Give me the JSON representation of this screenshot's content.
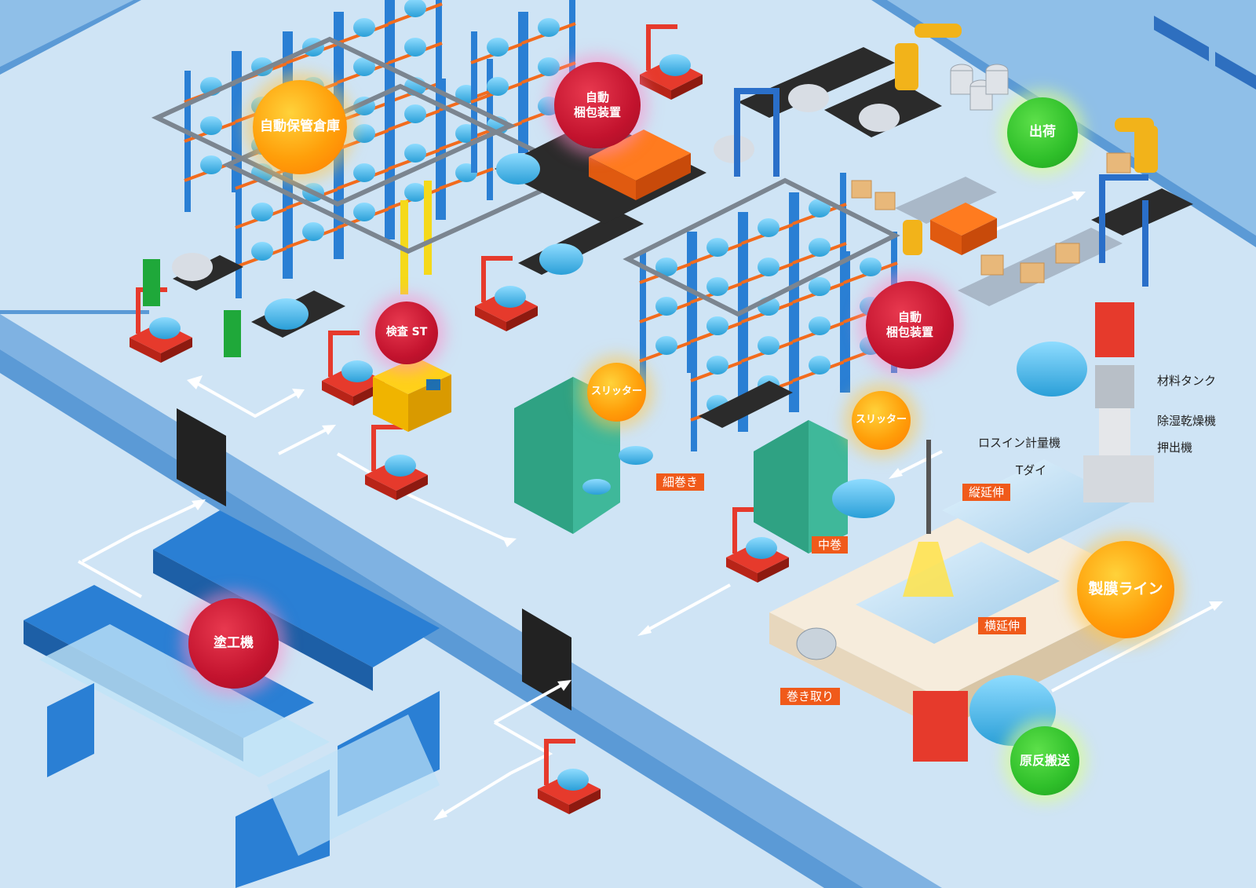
{
  "bubbles": {
    "warehouse": "自動保管倉庫",
    "packing1": "自動\n梱包装置",
    "inspection": "検査 ST",
    "shipping": "出荷",
    "packing2": "自動\n梱包装置",
    "slitter1": "スリッター",
    "slitter2": "スリッター",
    "film_line": "製膜ライン",
    "coater": "塗工機",
    "raw_transport": "原反搬送"
  },
  "tags": {
    "hosomaki": "細巻き",
    "nakamaki": "中巻",
    "tate": "縦延伸",
    "yoko": "横延伸",
    "makitori": "巻き取り"
  },
  "labels": {
    "material_tank": "材料タンク",
    "dehumidifier": "除湿乾燥機",
    "extruder": "押出機",
    "rosin": "ロスイン計量機",
    "tdie": "Tダイ"
  },
  "colors": {
    "floor": "#cfe4f5",
    "wall_top": "#8fbfe8",
    "wall_side": "#5b9ad6",
    "rack": "#2a7fd4",
    "roll": "#4db6e8",
    "agv": "#e63a2c"
  }
}
